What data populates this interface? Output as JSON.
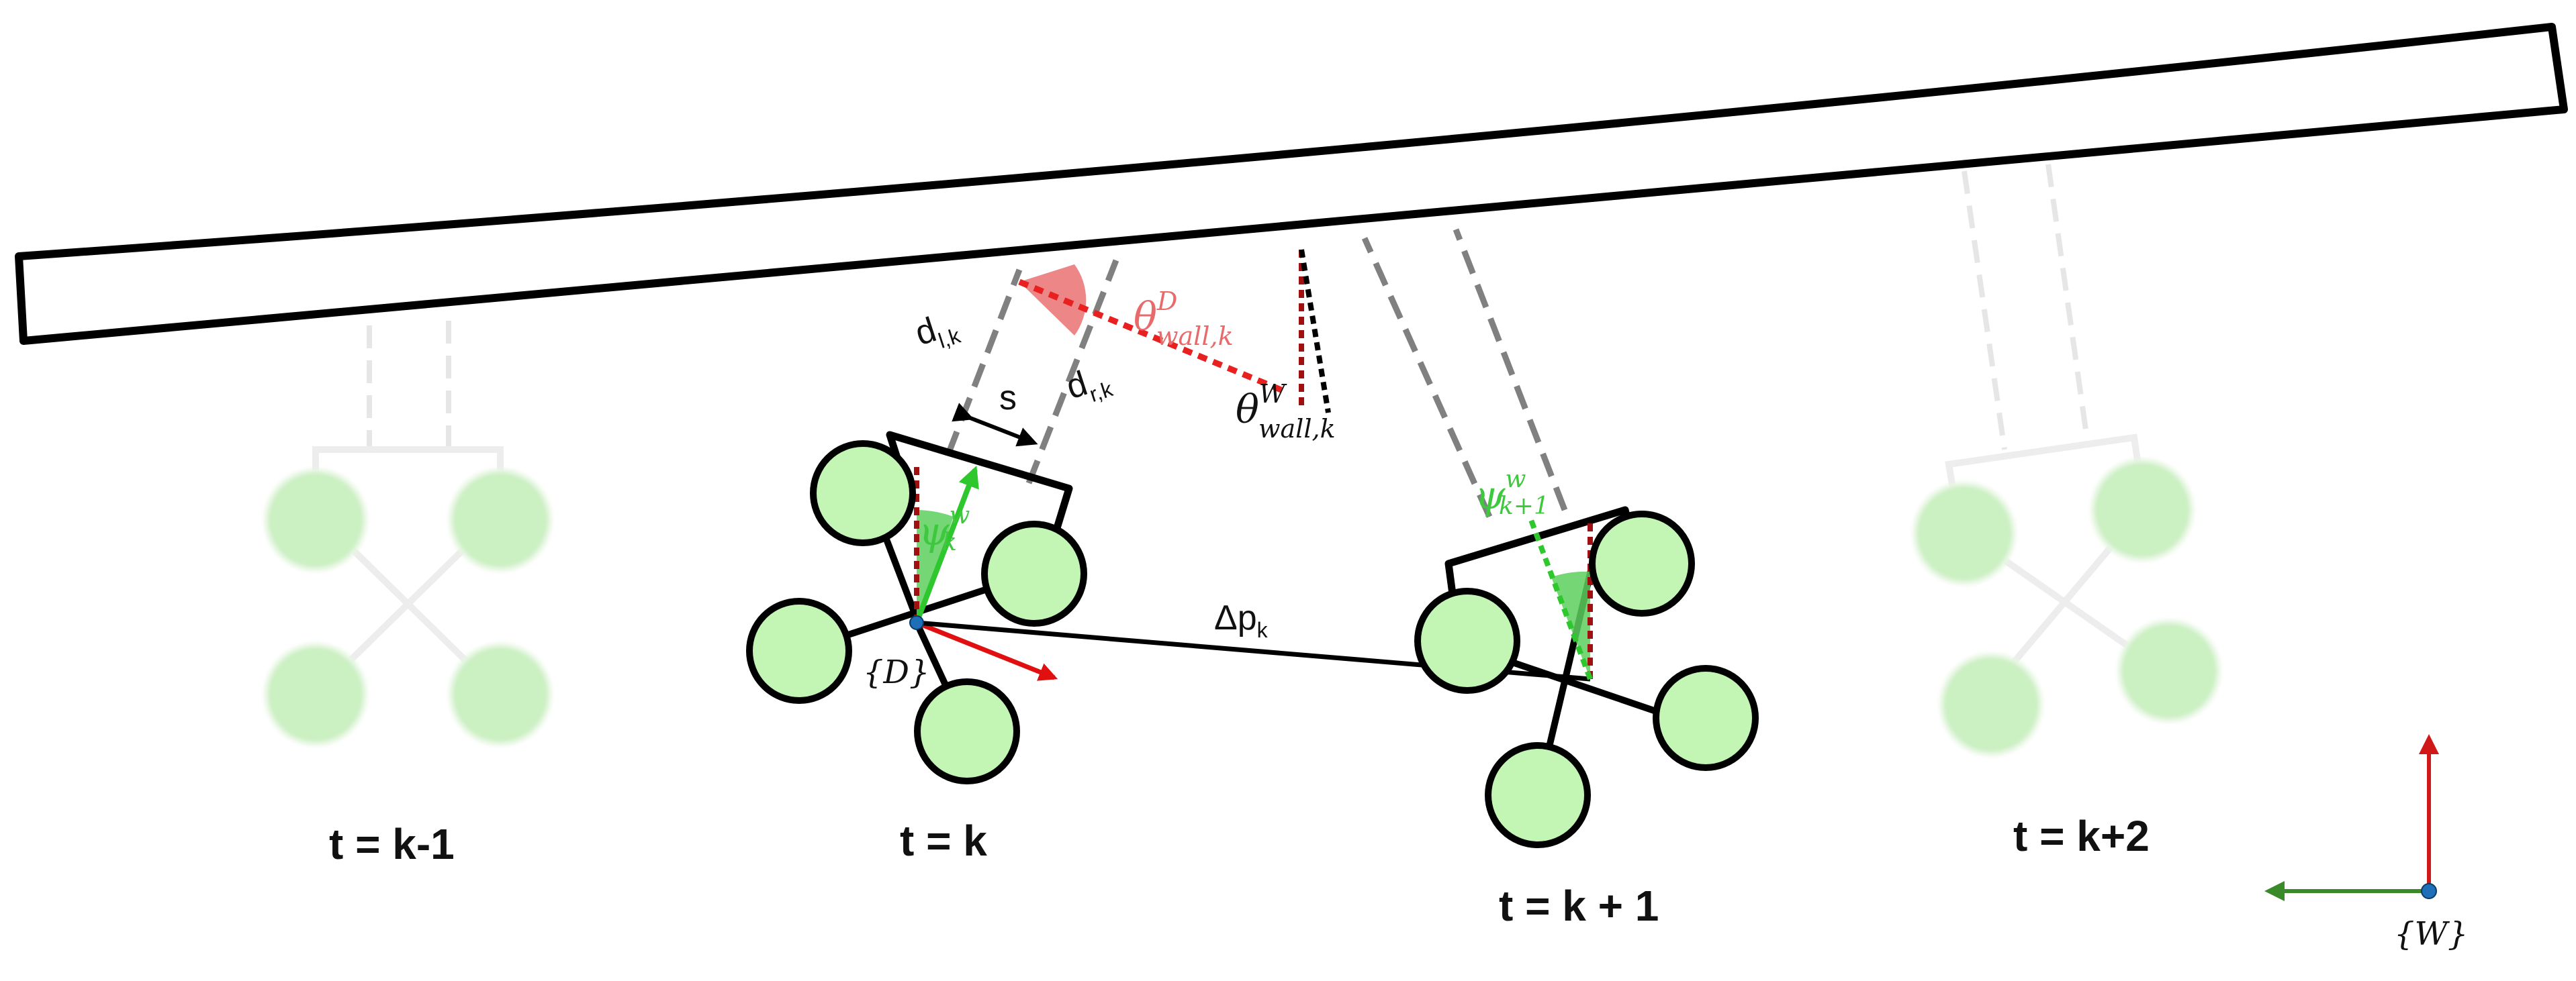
{
  "labels": {
    "time_k_minus_1": "t = k-1",
    "time_k": "t = k",
    "time_k_plus_1": "t = k + 1",
    "time_k_plus_2": "t = k+2",
    "delta_p_main": "Δp",
    "delta_p_sub": "k",
    "d_left_main": "d",
    "d_left_sub": "l,k",
    "d_right_main": "d",
    "d_right_sub": "r,k",
    "spacing": "s",
    "theta_d_main": "θ",
    "theta_d_sup": "D",
    "theta_d_sub": "wall,k",
    "theta_w_main": "θ",
    "theta_w_sup": "W",
    "theta_w_sub": "wall,k",
    "psi_k_main": "ψ",
    "psi_k_sup": "w",
    "psi_k_sub": "k",
    "psi_k1_main": "ψ",
    "psi_k1_sup": "w",
    "psi_k1_sub": "k+1",
    "drone_frame": "{D}",
    "world_frame": "{W}"
  },
  "colors": {
    "rotor_fill": "#c3f5b4",
    "wall_stroke": "#000000",
    "measurement_ray": "#808080",
    "theta_d": "#e86a6a",
    "theta_d_wedge": "#ec8080",
    "psi": "#3ec83e",
    "heading_marker": "#a01010",
    "axis_red": "#d01818",
    "axis_green": "#3a8a2a",
    "frame_origin": "#1f6fb8"
  }
}
